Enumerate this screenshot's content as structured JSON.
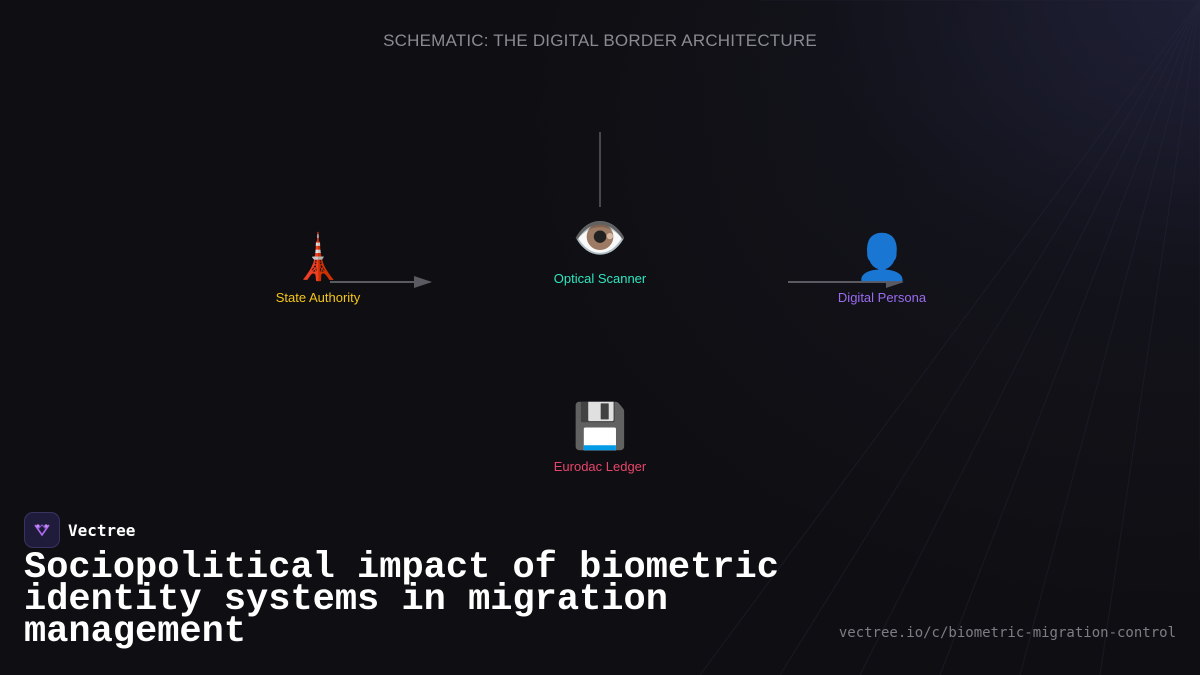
{
  "diagram": {
    "title": "SCHEMATIC: THE DIGITAL BORDER ARCHITECTURE",
    "nodes": [
      {
        "id": "state-authority",
        "icon": "tower-icon",
        "glyph": "🗼",
        "label": "State Authority",
        "color": "#f5c518"
      },
      {
        "id": "optical-scanner",
        "icon": "eye-icon",
        "glyph": "👁️",
        "label": "Optical Scanner",
        "color": "#2ee6c0"
      },
      {
        "id": "digital-persona",
        "icon": "person-icon",
        "glyph": "👤",
        "label": "Digital Persona",
        "color": "#9b6cf0"
      },
      {
        "id": "eurodac-ledger",
        "icon": "floppy-disk-icon",
        "glyph": "💾",
        "label": "Eurodac Ledger",
        "color": "#e8456a"
      }
    ]
  },
  "brand": {
    "name": "Vectree",
    "logo_icon": "vectree-logo-icon",
    "accent": "#b06cf0"
  },
  "headline": "Sociopolitical impact of biometric identity systems in migration management",
  "url": "vectree.io/c/biometric-migration-control"
}
